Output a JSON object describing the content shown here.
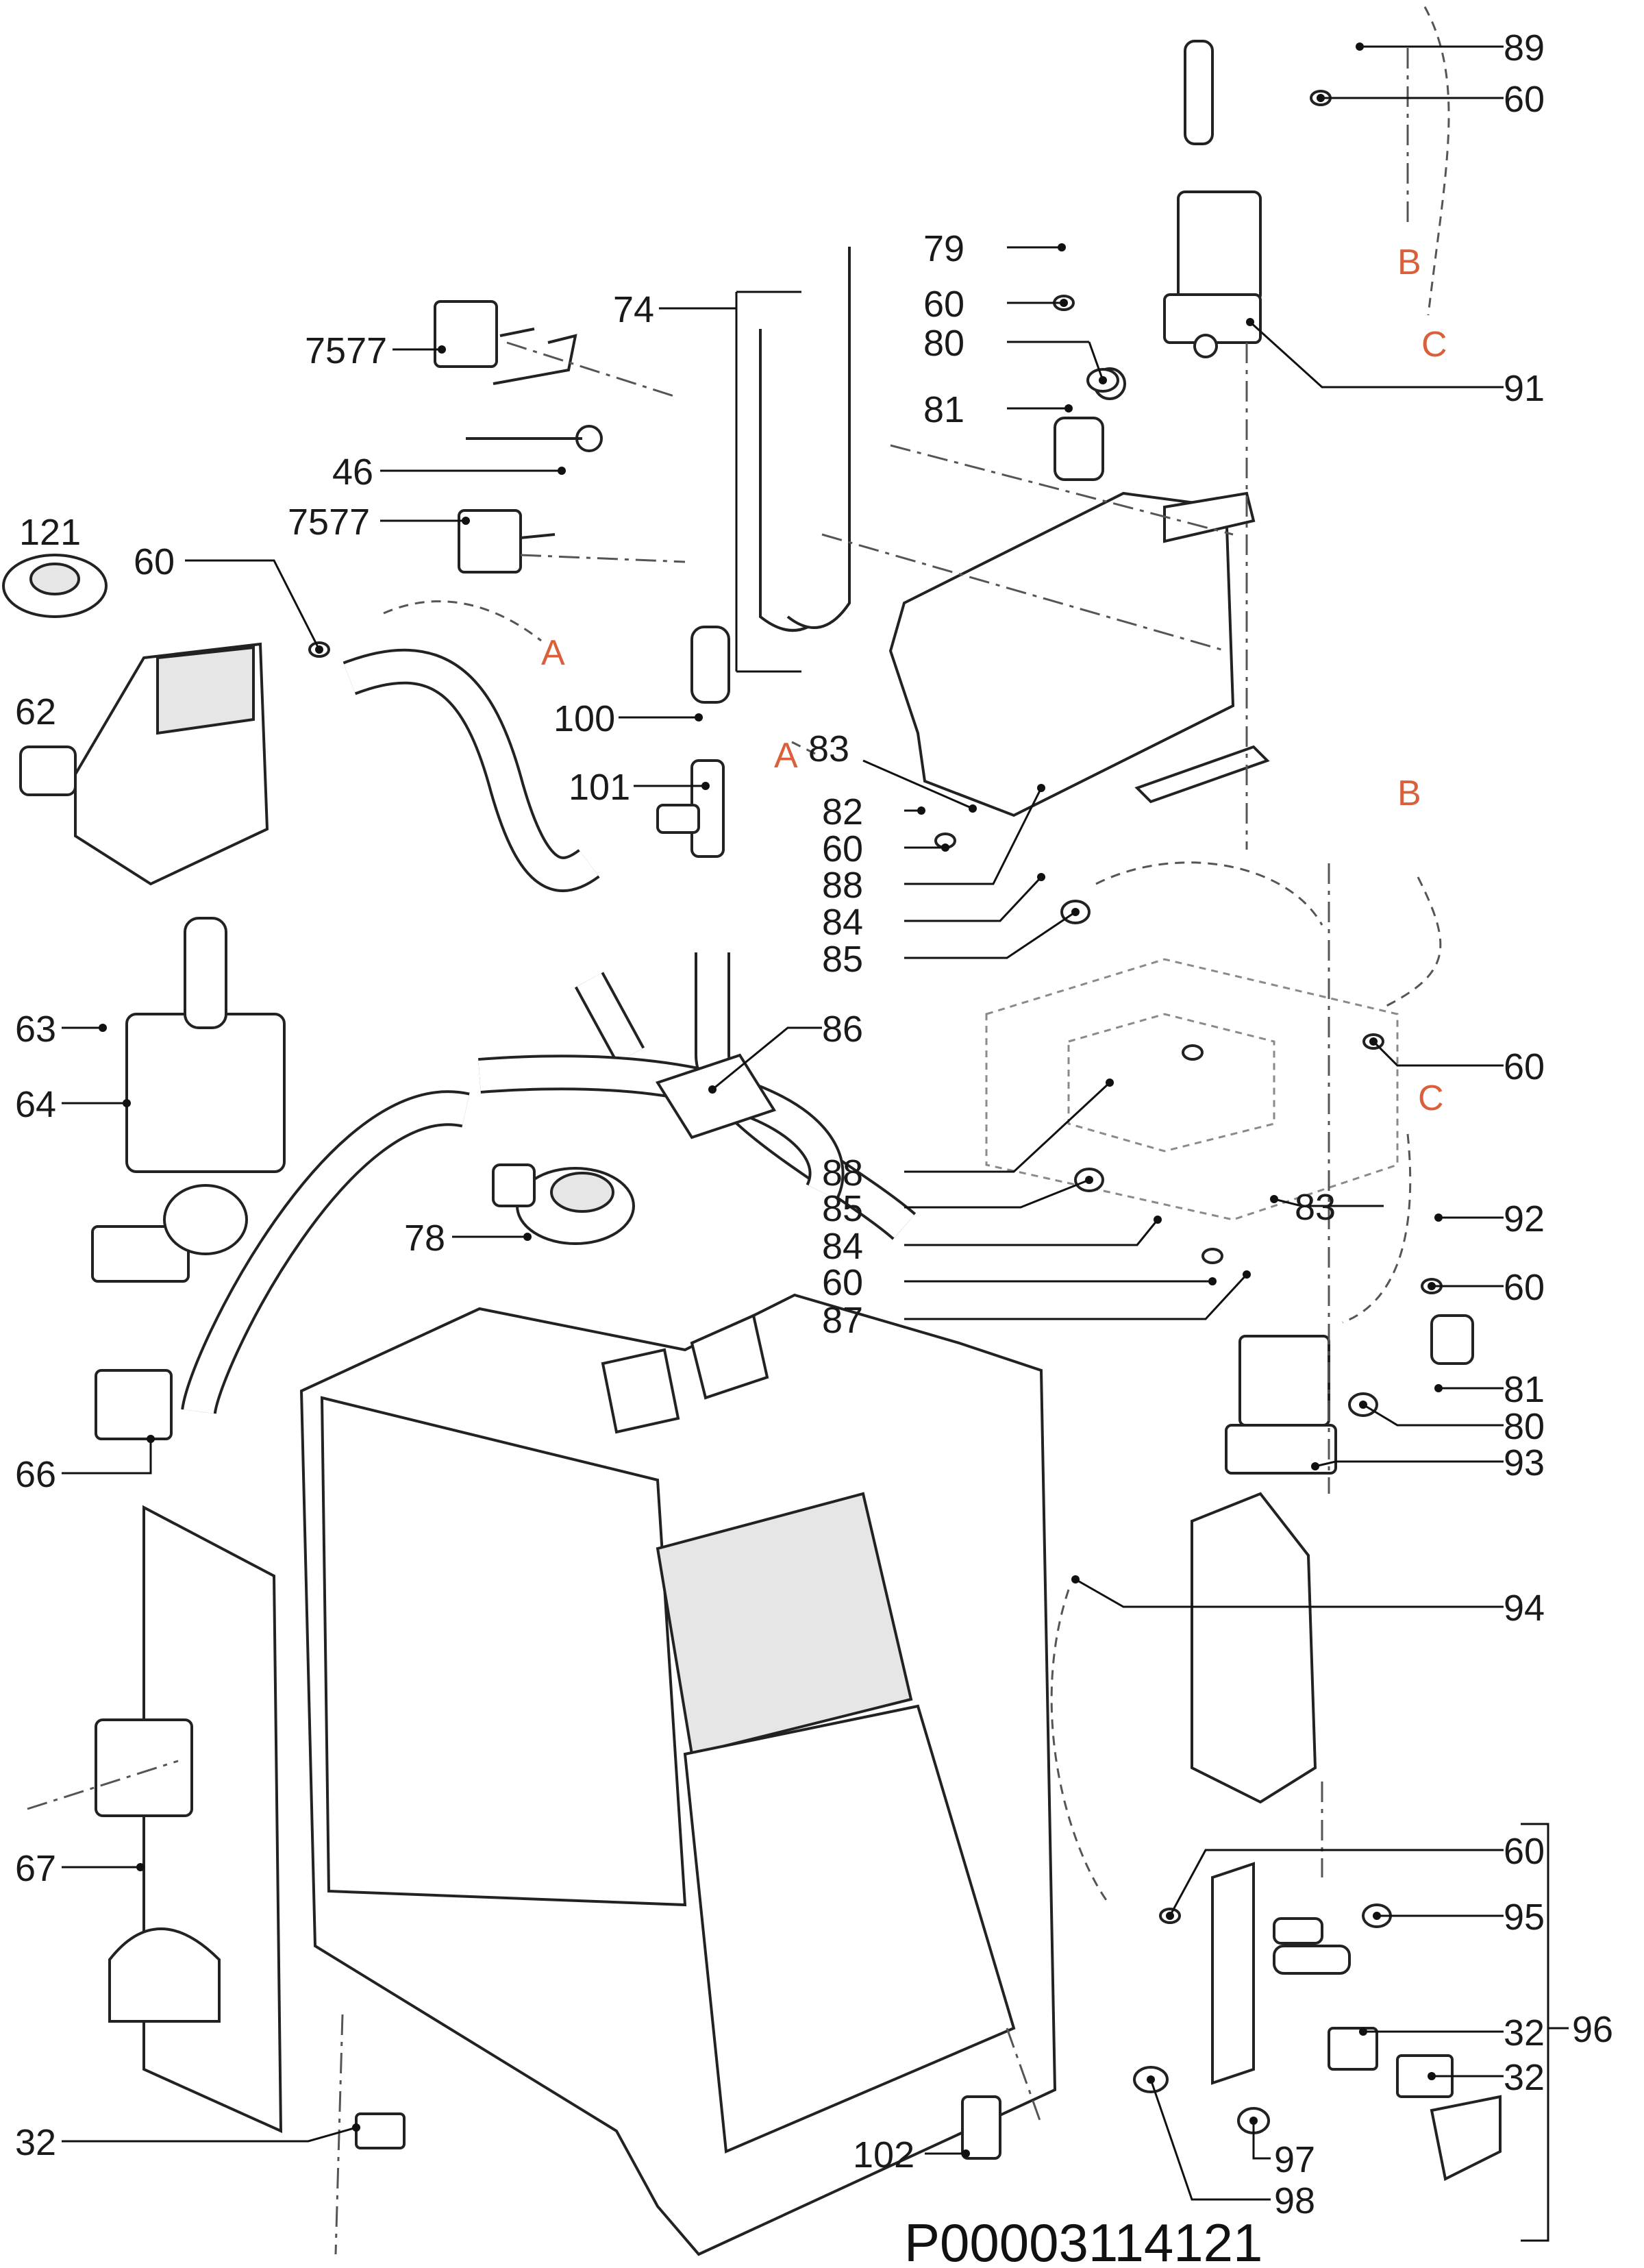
{
  "drawing_code": "P00003114121",
  "labels": {
    "l89": "89",
    "l60_1": "60",
    "l79": "79",
    "l60_2": "60",
    "l74": "74",
    "l80_1": "80",
    "l81_1": "81",
    "l91": "91",
    "l7577_1": "7577",
    "l46": "46",
    "l7577_2": "7577",
    "l121": "121",
    "l60_3": "60",
    "l62": "62",
    "l100": "100",
    "l101": "101",
    "l83_1": "83",
    "l82": "82",
    "l60_4": "60",
    "l88_1": "88",
    "l84_1": "84",
    "l85_1": "85",
    "l60_5": "60",
    "l63": "63",
    "l64": "64",
    "l86": "86",
    "l88_2": "88",
    "l85_2": "85",
    "l83_2": "83",
    "l84_2": "84",
    "l60_6": "60",
    "l87": "87",
    "l92": "92",
    "l60_7": "60",
    "l78": "78",
    "l81_2": "81",
    "l80_2": "80",
    "l93": "93",
    "l66": "66",
    "l94": "94",
    "l67": "67",
    "l60_8": "60",
    "l95": "95",
    "l32_1": "32",
    "l96": "96",
    "l32_2": "32",
    "l32_3": "32",
    "l97": "97",
    "l102": "102",
    "l98": "98"
  },
  "connection_refs": {
    "a1": "A",
    "a2": "A",
    "b1": "B",
    "b2": "B",
    "c1": "C",
    "c2": "C"
  },
  "colors": {
    "reference_letters": "#d9603b",
    "lines": "#111111"
  }
}
